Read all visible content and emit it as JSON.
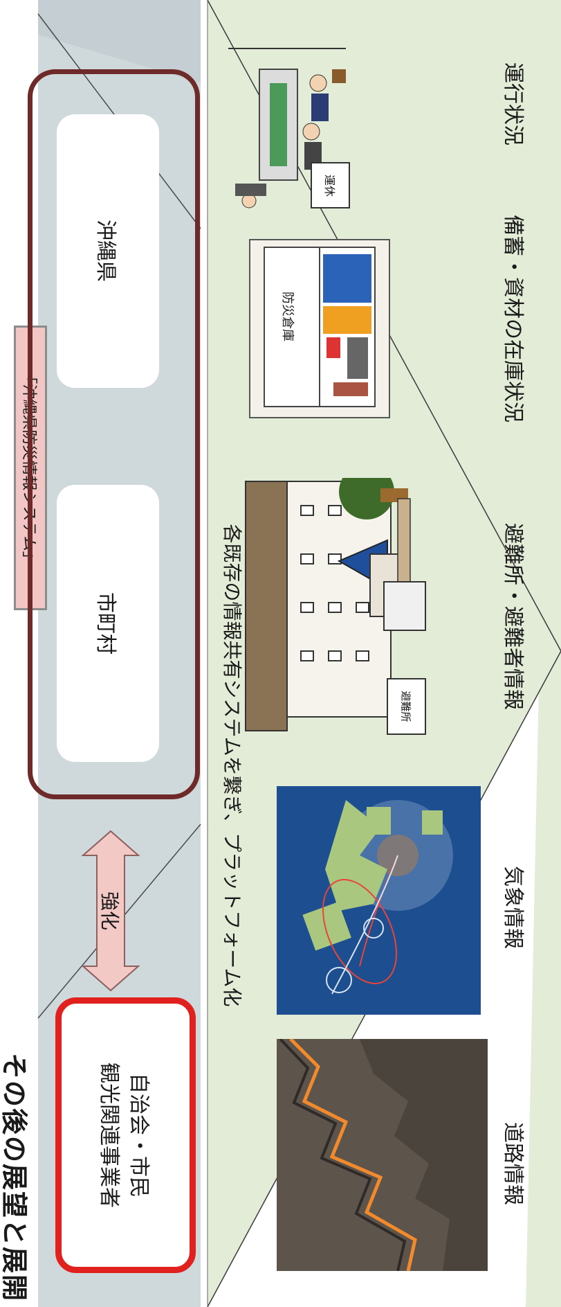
{
  "title": "その後の展望と展開",
  "system_label": "「沖縄県防災情報システム」",
  "okinawa_pref": "沖縄県",
  "municipalities": "市町村",
  "strengthen": "強化",
  "citizens_line1": "自治会・市民",
  "citizens_line2": "観光関連事業者",
  "platform_caption": "各既存の情報共有システムを繋ぎ、プラットフォーム化",
  "info_labels": {
    "road": "道路情報",
    "weather": "気象情報",
    "shelter": "避難所・避難者情報",
    "storage": "備蓄・資材の在庫状況",
    "transit": "運行状況"
  },
  "illustration_text": {
    "storage_sign": "防災倉庫",
    "shelter_sign": "避難所",
    "transit_sign": "運休"
  },
  "colors": {
    "left_band": "#cfd8db",
    "right_band": "#e2ecd7",
    "outer_pill": "#6e2a28",
    "citizen_border": "#e0211d",
    "arrow_fill": "#f3c9c6",
    "system_label_bg": "#f2c6c4",
    "weather_bg": "#1d4e8f"
  },
  "icons": [
    "crack-road-icon",
    "typhoon-map-icon",
    "shelter-building-icon",
    "storage-warehouse-icon",
    "ticket-gate-icon"
  ]
}
